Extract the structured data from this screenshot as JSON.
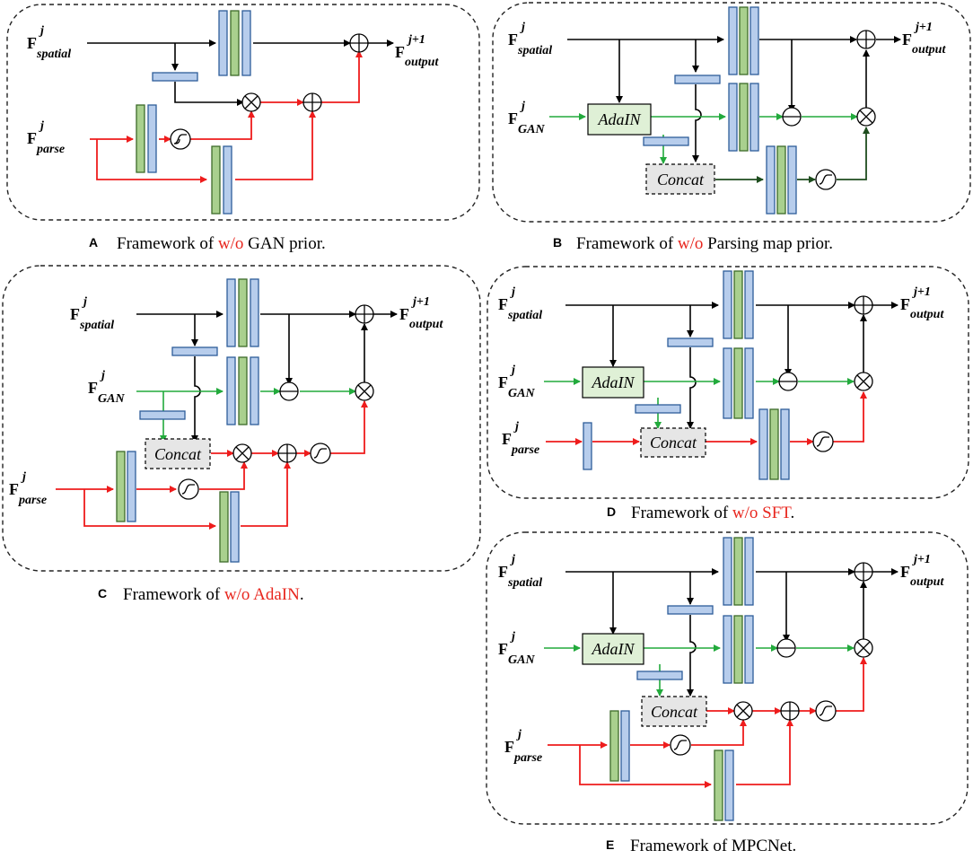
{
  "labels": {
    "F": "F",
    "sup_j": "j",
    "sup_j1": "j+1",
    "spatial": "spatial",
    "output": "output",
    "parse": "parse",
    "gan": "GAN",
    "adain": "AdaIN",
    "concat": "Concat"
  },
  "captions": [
    {
      "letter": "A",
      "prefix": "Framework of ",
      "highlight": "w/o",
      "suffix": " GAN prior."
    },
    {
      "letter": "B",
      "prefix": "Framework of ",
      "highlight": "w/o",
      "suffix": " Parsing map prior."
    },
    {
      "letter": "C",
      "prefix": "Framework of ",
      "highlight": "w/o AdaIN",
      "suffix": "."
    },
    {
      "letter": "D",
      "prefix": "Framework of ",
      "highlight": "w/o SFT",
      "suffix": "."
    },
    {
      "letter": "E",
      "prefix": "Framework of MPCNet.",
      "highlight": "",
      "suffix": ""
    }
  ],
  "colors": {
    "black_arrow": "#000000",
    "green_arrow": "#22aa3c",
    "red_arrow": "#ee1c1c",
    "blue_block": "#b7cdec",
    "green_block": "#a9d08e",
    "caption_highlight": "#e8271f"
  }
}
